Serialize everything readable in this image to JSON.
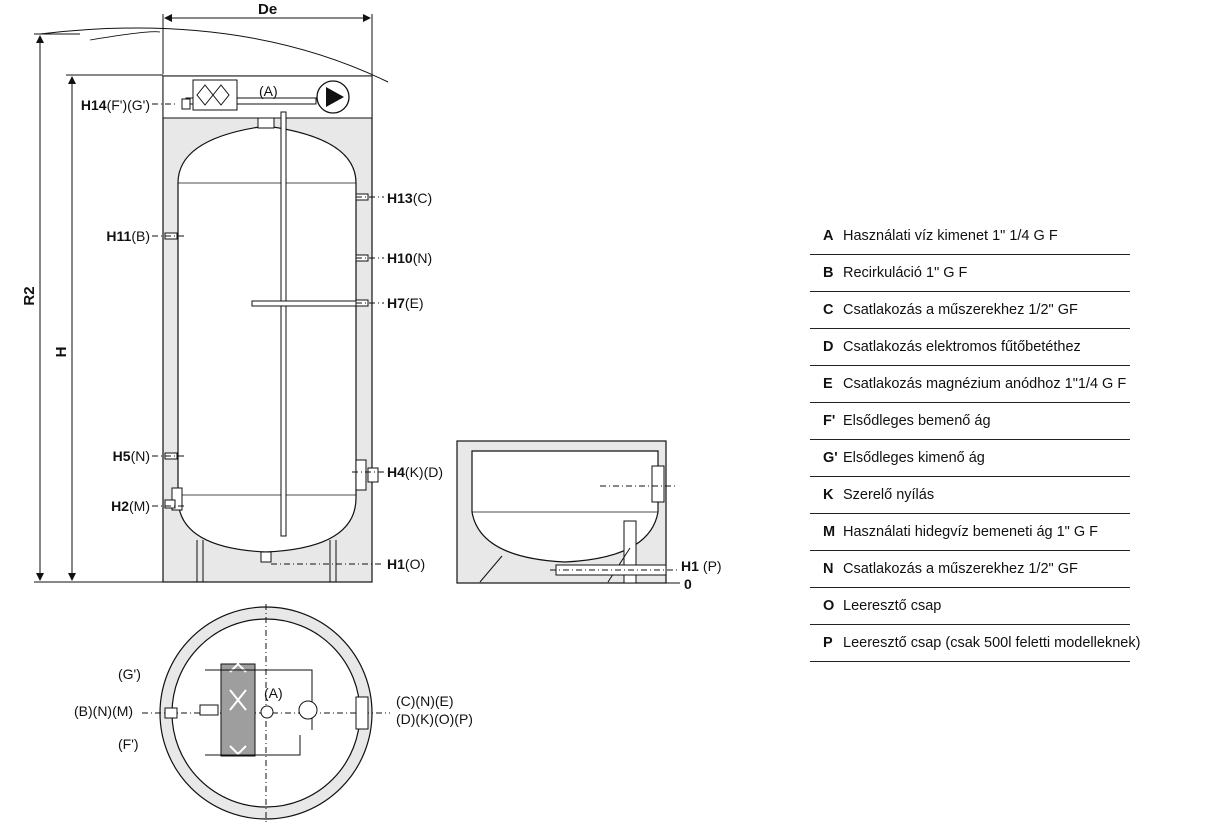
{
  "dimensions": {
    "de": "De",
    "r2": "R2",
    "h": "H"
  },
  "heights": {
    "h14": {
      "code": "H14",
      "refs": "(F')(G')"
    },
    "h13": {
      "code": "H13",
      "refs": "(C)"
    },
    "h11": {
      "code": "H11",
      "refs": "(B)"
    },
    "h10": {
      "code": "H10",
      "refs": "(N)"
    },
    "h7": {
      "code": "H7",
      "refs": "(E)"
    },
    "h5": {
      "code": "H5",
      "refs": "(N)"
    },
    "h4": {
      "code": "H4",
      "refs": "(K)(D)"
    },
    "h2": {
      "code": "H2",
      "refs": "(M)"
    },
    "h1": {
      "code": "H1",
      "refs": "(O)"
    },
    "h1p": {
      "code": "H1",
      "refs": "(P)"
    },
    "zero": "0"
  },
  "tags": {
    "pipe_a": "(A)",
    "top_a": "(A)",
    "top_g": "(G')",
    "top_f": "(F')",
    "top_left": "(B)(N)(M)",
    "top_right_1": "(C)(N)(E)",
    "top_right_2": "(D)(K)(O)(P)"
  },
  "legend": [
    {
      "key": "A",
      "text": "Használati víz kimenet 1\" 1/4 G F"
    },
    {
      "key": "B",
      "text": "Recirkuláció 1\" G F"
    },
    {
      "key": "C",
      "text": "Csatlakozás a műszerekhez 1/2\" GF"
    },
    {
      "key": "D",
      "text": "Csatlakozás elektromos fűtőbetéthez"
    },
    {
      "key": "E",
      "text": "Csatlakozás magnézium anódhoz 1\"1/4 G F"
    },
    {
      "key": "F'",
      "text": "Elsődleges bemenő ág"
    },
    {
      "key": "G'",
      "text": "Elsődleges kimenő ág"
    },
    {
      "key": "K",
      "text": "Szerelő nyílás"
    },
    {
      "key": "M",
      "text": "Használati hidegvíz bemeneti ág 1\" G F"
    },
    {
      "key": "N",
      "text": "Csatlakozás a műszerekhez 1/2\" GF"
    },
    {
      "key": "O",
      "text": "Leeresztő csap"
    },
    {
      "key": "P",
      "text": "Leeresztő csap (csak 500l feletti modelleknek)"
    }
  ]
}
